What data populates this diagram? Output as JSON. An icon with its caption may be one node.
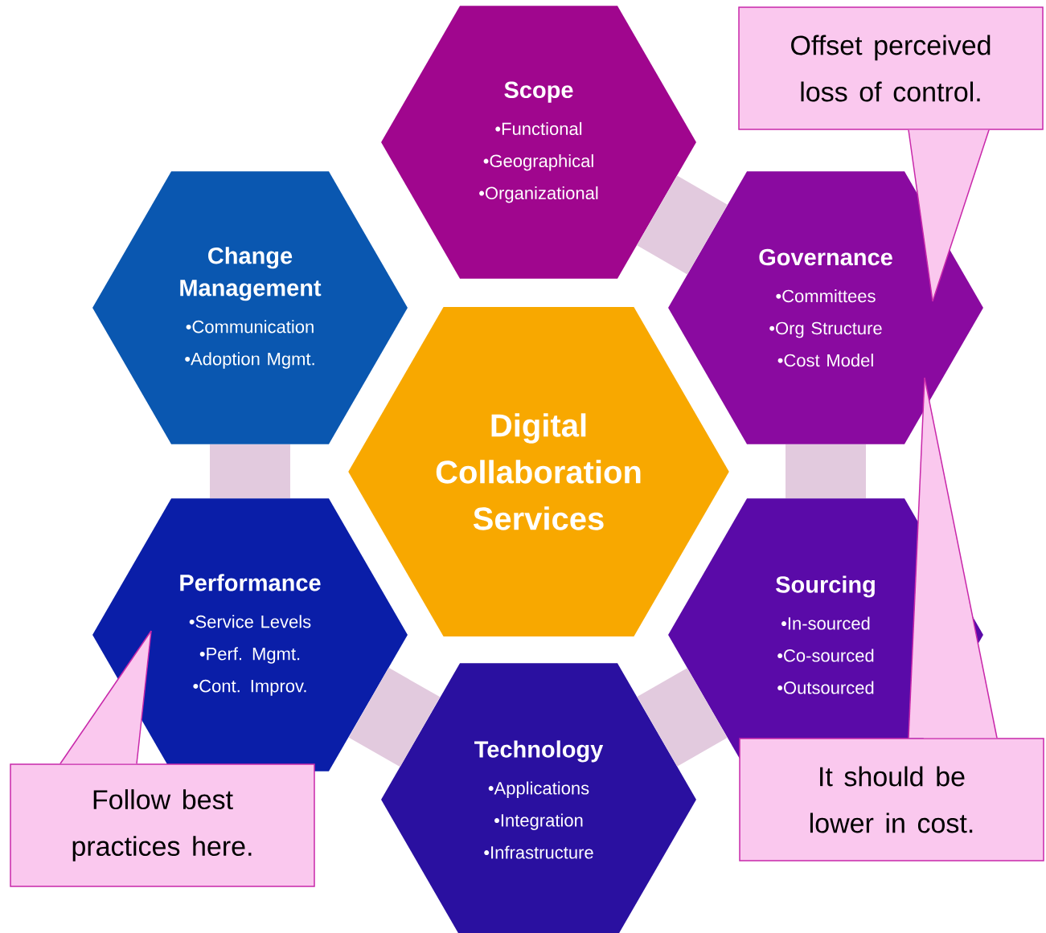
{
  "diagram": {
    "nodes": [
      {
        "text": [
          "Scope",
          "•Functional",
          "•Geographical",
          "•Organizational"
        ]
      },
      {
        "text": [
          "Offset perceived loss of control."
        ]
      },
      {
        "text": [
          "Change Management",
          "•Communication",
          "•Adoption Mgmt."
        ]
      },
      {
        "text": [
          "Governance",
          "•Committees",
          "•Org Structure",
          "•Cost Model"
        ]
      },
      {
        "text": [
          "Digital Collaboration Services"
        ]
      },
      {
        "text": [
          "Performance",
          "•Service Levels",
          "•Perf. Mgmt.",
          "•Cont. Improv."
        ]
      },
      {
        "text": [
          "Sourcing",
          "•In-sourced",
          "•Co-sourced",
          "•Outsourced"
        ]
      },
      {
        "text": [
          "Technology",
          "•Applications",
          "•Integration",
          "•Infrastructure"
        ]
      },
      {
        "text": [
          "Follow best practices here."
        ]
      },
      {
        "text": [
          "It should be lower in cost."
        ]
      }
    ],
    "edges": [
      {
        "from": 0,
        "to": 3,
        "arrow": "none",
        "color": "#e2cade"
      },
      {
        "from": 3,
        "to": 6,
        "arrow": "none",
        "color": "#e2cade"
      },
      {
        "from": 6,
        "to": 7,
        "arrow": "none",
        "color": "#e2cade"
      },
      {
        "from": 7,
        "to": 5,
        "arrow": "none",
        "color": "#e2cade"
      },
      {
        "from": 5,
        "to": 2,
        "arrow": "none",
        "color": "#e2cade"
      },
      {
        "from": 1,
        "to": 3,
        "arrow": "none",
        "color": "#c828aa"
      },
      {
        "from": 9,
        "to": 3,
        "arrow": "none",
        "color": "#c828aa"
      },
      {
        "from": 8,
        "to": 5,
        "arrow": "none",
        "color": "#c828aa"
      }
    ]
  }
}
